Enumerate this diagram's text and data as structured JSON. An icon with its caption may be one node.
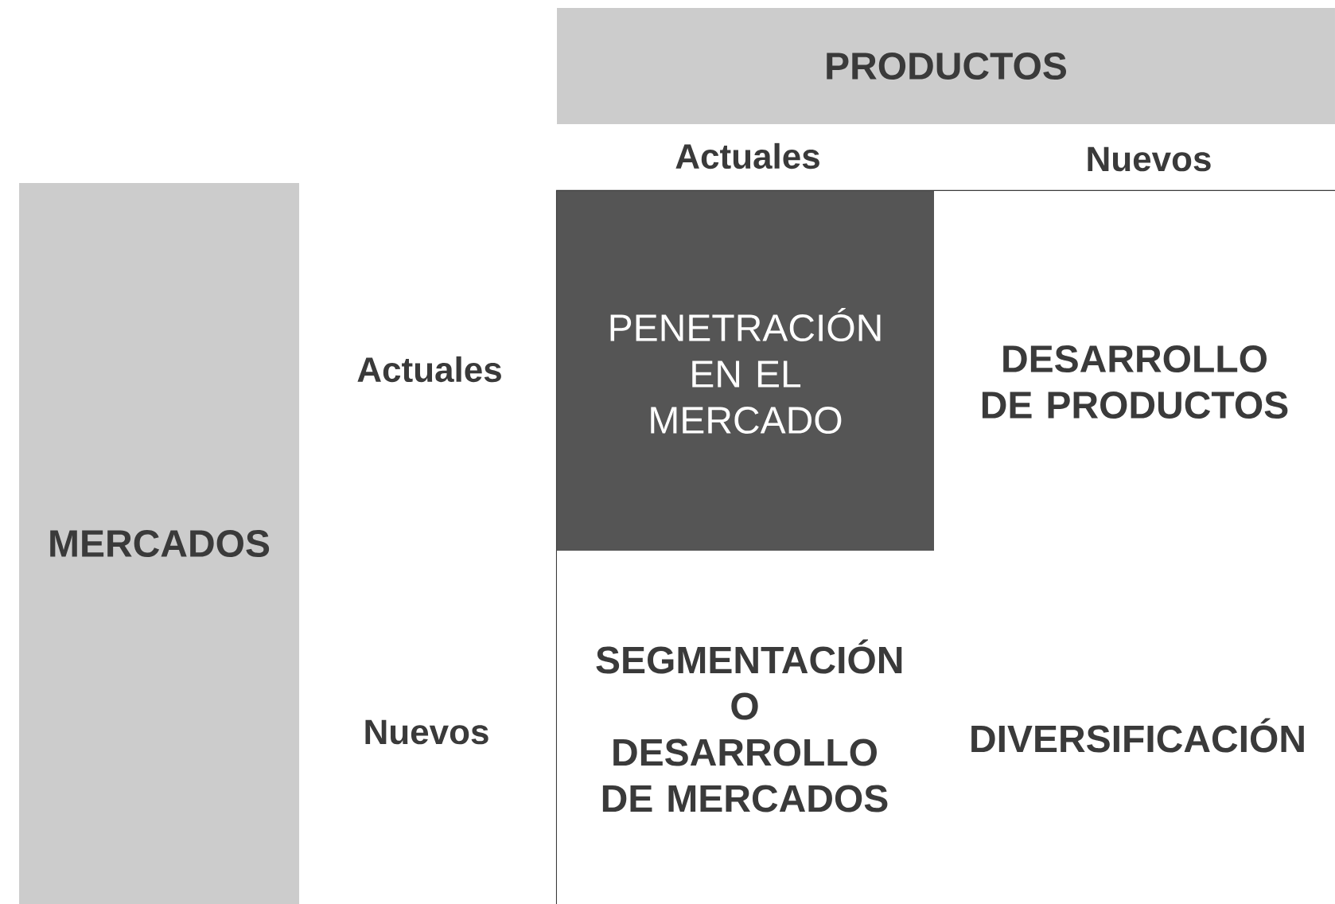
{
  "diagram": {
    "nodes": [
      {
        "text": [
          "PRODUCTOS"
        ]
      },
      {
        "text": [
          "MERCADOS"
        ]
      },
      {
        "text": [
          "PENETRACIÓN EN EL MERCADO"
        ]
      },
      {
        "text": [
          "DESARROLLO DE PRODUCTOS"
        ]
      },
      {
        "text": [
          "SEGMENTACIÓN O DESARROLLO DE MERCADOS"
        ]
      },
      {
        "text": [
          "DIVERSIFICACIÓN"
        ]
      }
    ],
    "labels": [
      "Actuales",
      "Nuevos",
      "Actuales",
      "Nuevos"
    ]
  }
}
